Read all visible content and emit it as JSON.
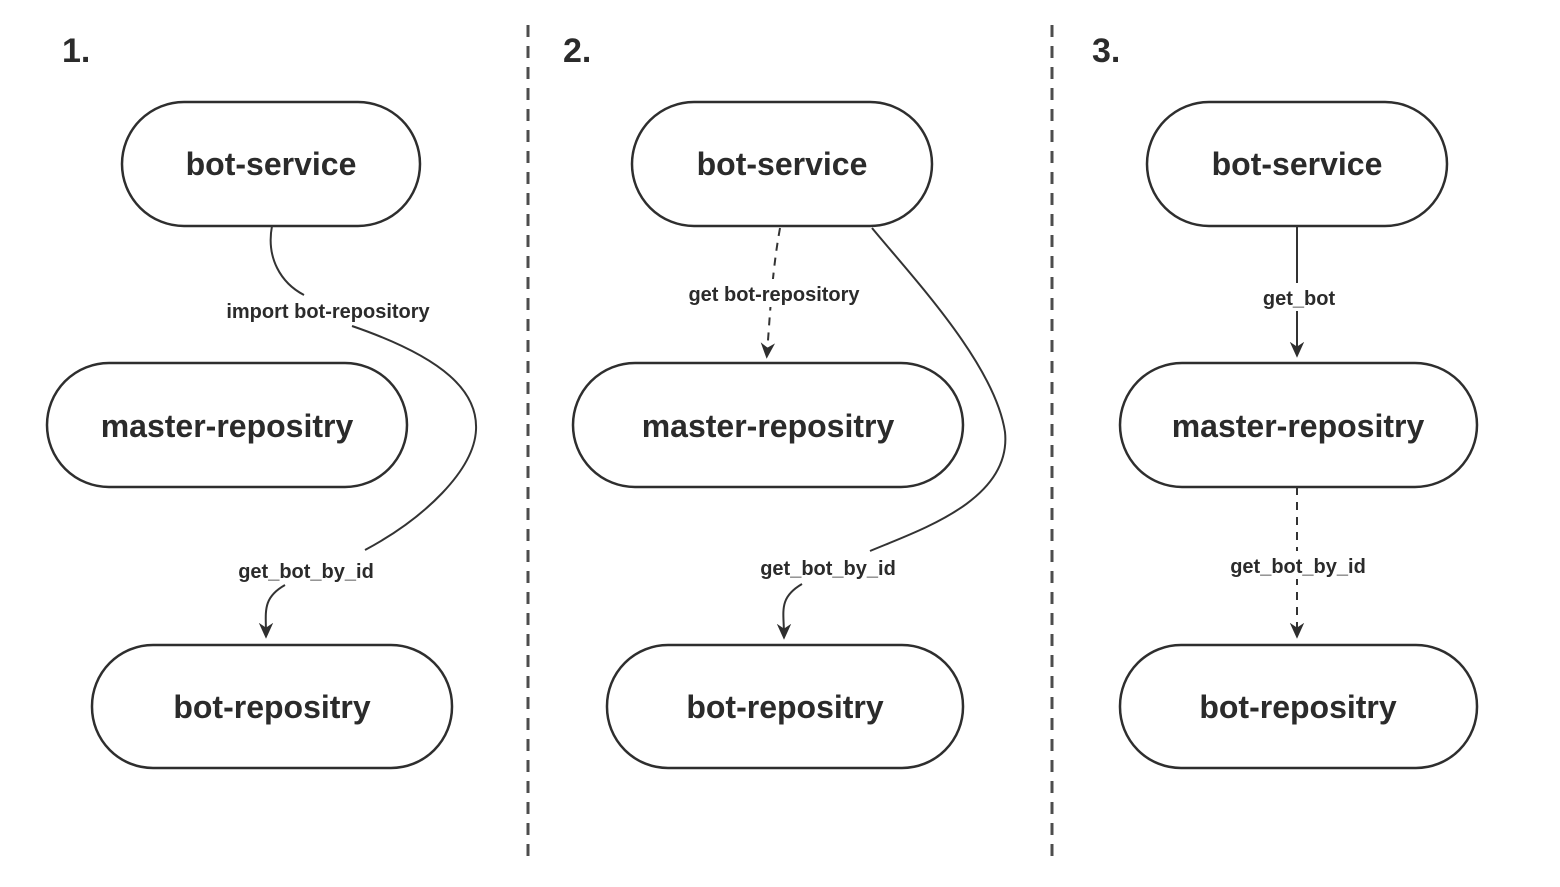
{
  "diagram_type": "flowchart-comparison",
  "colors": {
    "ink": "#2b2b2b",
    "edge": "#333333",
    "divider": "#4d4d4d",
    "node_fill": "#ffffff",
    "background": "#ffffff"
  },
  "panels": [
    {
      "number": "1.",
      "nodes": [
        "bot-service",
        "master-repositry",
        "bot-repositry"
      ],
      "edges": [
        {
          "label": "import bot-repository",
          "style": "solid",
          "from": "bot-service"
        },
        {
          "label": "get_bot_by_id",
          "style": "solid",
          "to": "bot-repositry"
        }
      ]
    },
    {
      "number": "2.",
      "nodes": [
        "bot-service",
        "master-repositry",
        "bot-repositry"
      ],
      "edges": [
        {
          "label": "get bot-repository",
          "style": "dashed",
          "from": "bot-service",
          "to": "master-repositry"
        },
        {
          "label": "get_bot_by_id",
          "style": "solid",
          "from": "bot-service",
          "to": "bot-repositry"
        }
      ]
    },
    {
      "number": "3.",
      "nodes": [
        "bot-service",
        "master-repositry",
        "bot-repositry"
      ],
      "edges": [
        {
          "label": "get_bot",
          "style": "solid",
          "from": "bot-service",
          "to": "master-repositry"
        },
        {
          "label": "get_bot_by_id",
          "style": "dashed",
          "from": "master-repositry",
          "to": "bot-repositry"
        }
      ]
    }
  ]
}
